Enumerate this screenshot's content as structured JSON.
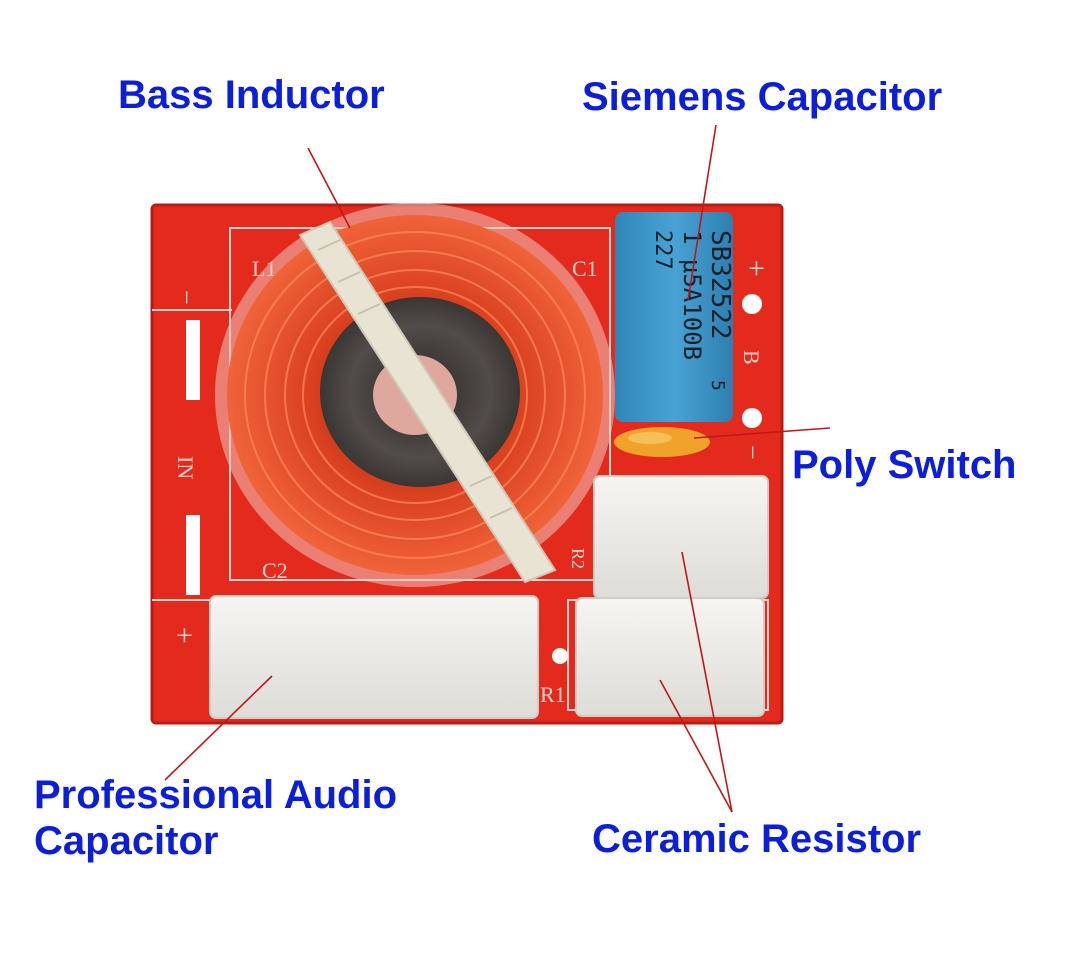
{
  "colors": {
    "label": "#0c1ed8",
    "leader": "#c0171b",
    "board": "#e42a1d",
    "board_edge": "#b81d14",
    "silk": "#f4d3cf",
    "copper": "#c83419",
    "copper_light": "#f36a3a",
    "core": "#4b4745",
    "zip_tie": "#e9e3d3",
    "cap_blue": "#3a95c8",
    "poly_orange": "#f0a22a",
    "block_white": "#ececea"
  },
  "labels": {
    "bass_inductor": "Bass Inductor",
    "siemens_capacitor": "Siemens Capacitor",
    "poly_switch": "Poly Switch",
    "pro_audio_capacitor": [
      "Professional Audio",
      "Capacitor"
    ],
    "ceramic_resistor": "Ceramic Resistor"
  },
  "silkscreen": {
    "l1": "L1",
    "c1": "C1",
    "c2": "C2",
    "r1": "R1",
    "r2": "R2",
    "in_label": "IN",
    "minus_left": "−",
    "plus_left": "+",
    "plus_right": "+",
    "b_label": "B",
    "minus_right": "−"
  },
  "cap_marking": [
    "SB32522",
    "5",
    "1 μ5A100B",
    "227"
  ],
  "icons": [
    "inductor-coil-icon",
    "film-capacitor-icon",
    "polyfuse-icon",
    "resistor-block-icon",
    "mkp-capacitor-icon"
  ]
}
